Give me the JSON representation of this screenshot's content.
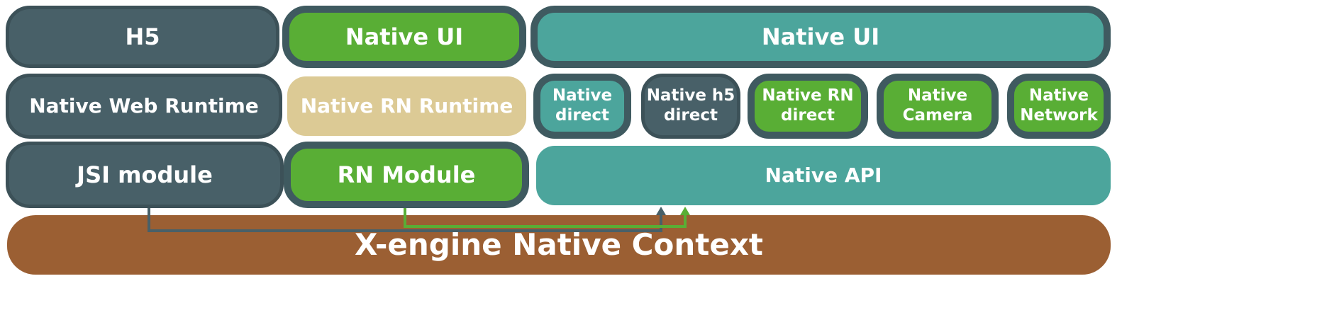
{
  "diagram": {
    "row1": {
      "h5": "H5",
      "rn_native_ui": "Native UI",
      "native_ui": "Native UI"
    },
    "row2": {
      "web_runtime": "Native Web Runtime",
      "rn_runtime": "Native RN Runtime",
      "modules": [
        {
          "line1": "Native",
          "line2": "direct"
        },
        {
          "line1": "Native h5",
          "line2": "direct"
        },
        {
          "line1": "Native RN",
          "line2": "direct"
        },
        {
          "line1": "Native Camera",
          "line2": ""
        },
        {
          "line1": "Native",
          "line2": "Network"
        }
      ]
    },
    "row3": {
      "jsi": "JSI module",
      "rn_module": "RN Module",
      "native_api": "Native API"
    },
    "base": {
      "context": "X-engine Native Context"
    },
    "colors": {
      "slate": "#486068",
      "green": "#59ae35",
      "teal": "#4ca59c",
      "tan": "#dcca95",
      "brown": "#9b5f33",
      "border": "#3f5a60"
    }
  }
}
